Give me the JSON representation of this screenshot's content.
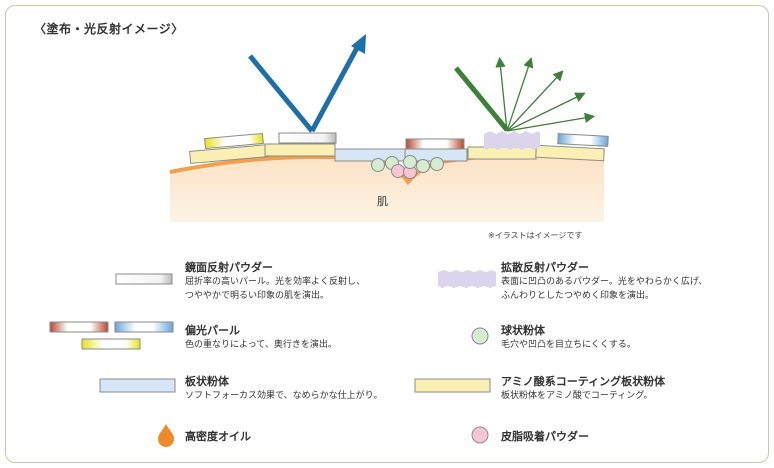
{
  "title": "〈塗布・光反射イメージ〉",
  "skin_label": "肌",
  "note": "※イラストはイメージです",
  "legend": {
    "mirror": {
      "title": "鏡面反射パウダー",
      "desc": "屈折率の高いパール。光を効率よく反射し、\nつややかで明るい印象の肌を演出。"
    },
    "diffuse": {
      "title": "拡散反射パウダー",
      "desc": "表面に凹凸のあるパウダー。光をやわらかく広げ、\nふんわりとしたつやめく印象を演出。"
    },
    "polar": {
      "title": "偏光パール",
      "desc": "色の重なりによって、奥行きを演出。"
    },
    "sphere": {
      "title": "球状粉体",
      "desc": "毛穴や凹凸を目立ちにくくする。"
    },
    "plate": {
      "title": "板状粉体",
      "desc": "ソフトフォーカス効果で、なめらかな仕上がり。"
    },
    "amino": {
      "title": "アミノ酸系コーティング板状粉体",
      "desc": "板状粉体をアミノ酸でコーティング。"
    },
    "oil": {
      "title": "高密度オイル"
    },
    "sebum": {
      "title": "皮脂吸着パウダー"
    }
  },
  "colors": {
    "mirror_ray": "#1e6fa8",
    "diffuse_ray": "#3e7f3a",
    "skin": "#fbe7cf",
    "skin_edge": "#f0a050",
    "oil": "#ef8a2c",
    "sphere": "#d6ecd0",
    "sebum": "#f7c6d4",
    "plate": "#d6e6f6",
    "amino": "#faf0b4"
  }
}
